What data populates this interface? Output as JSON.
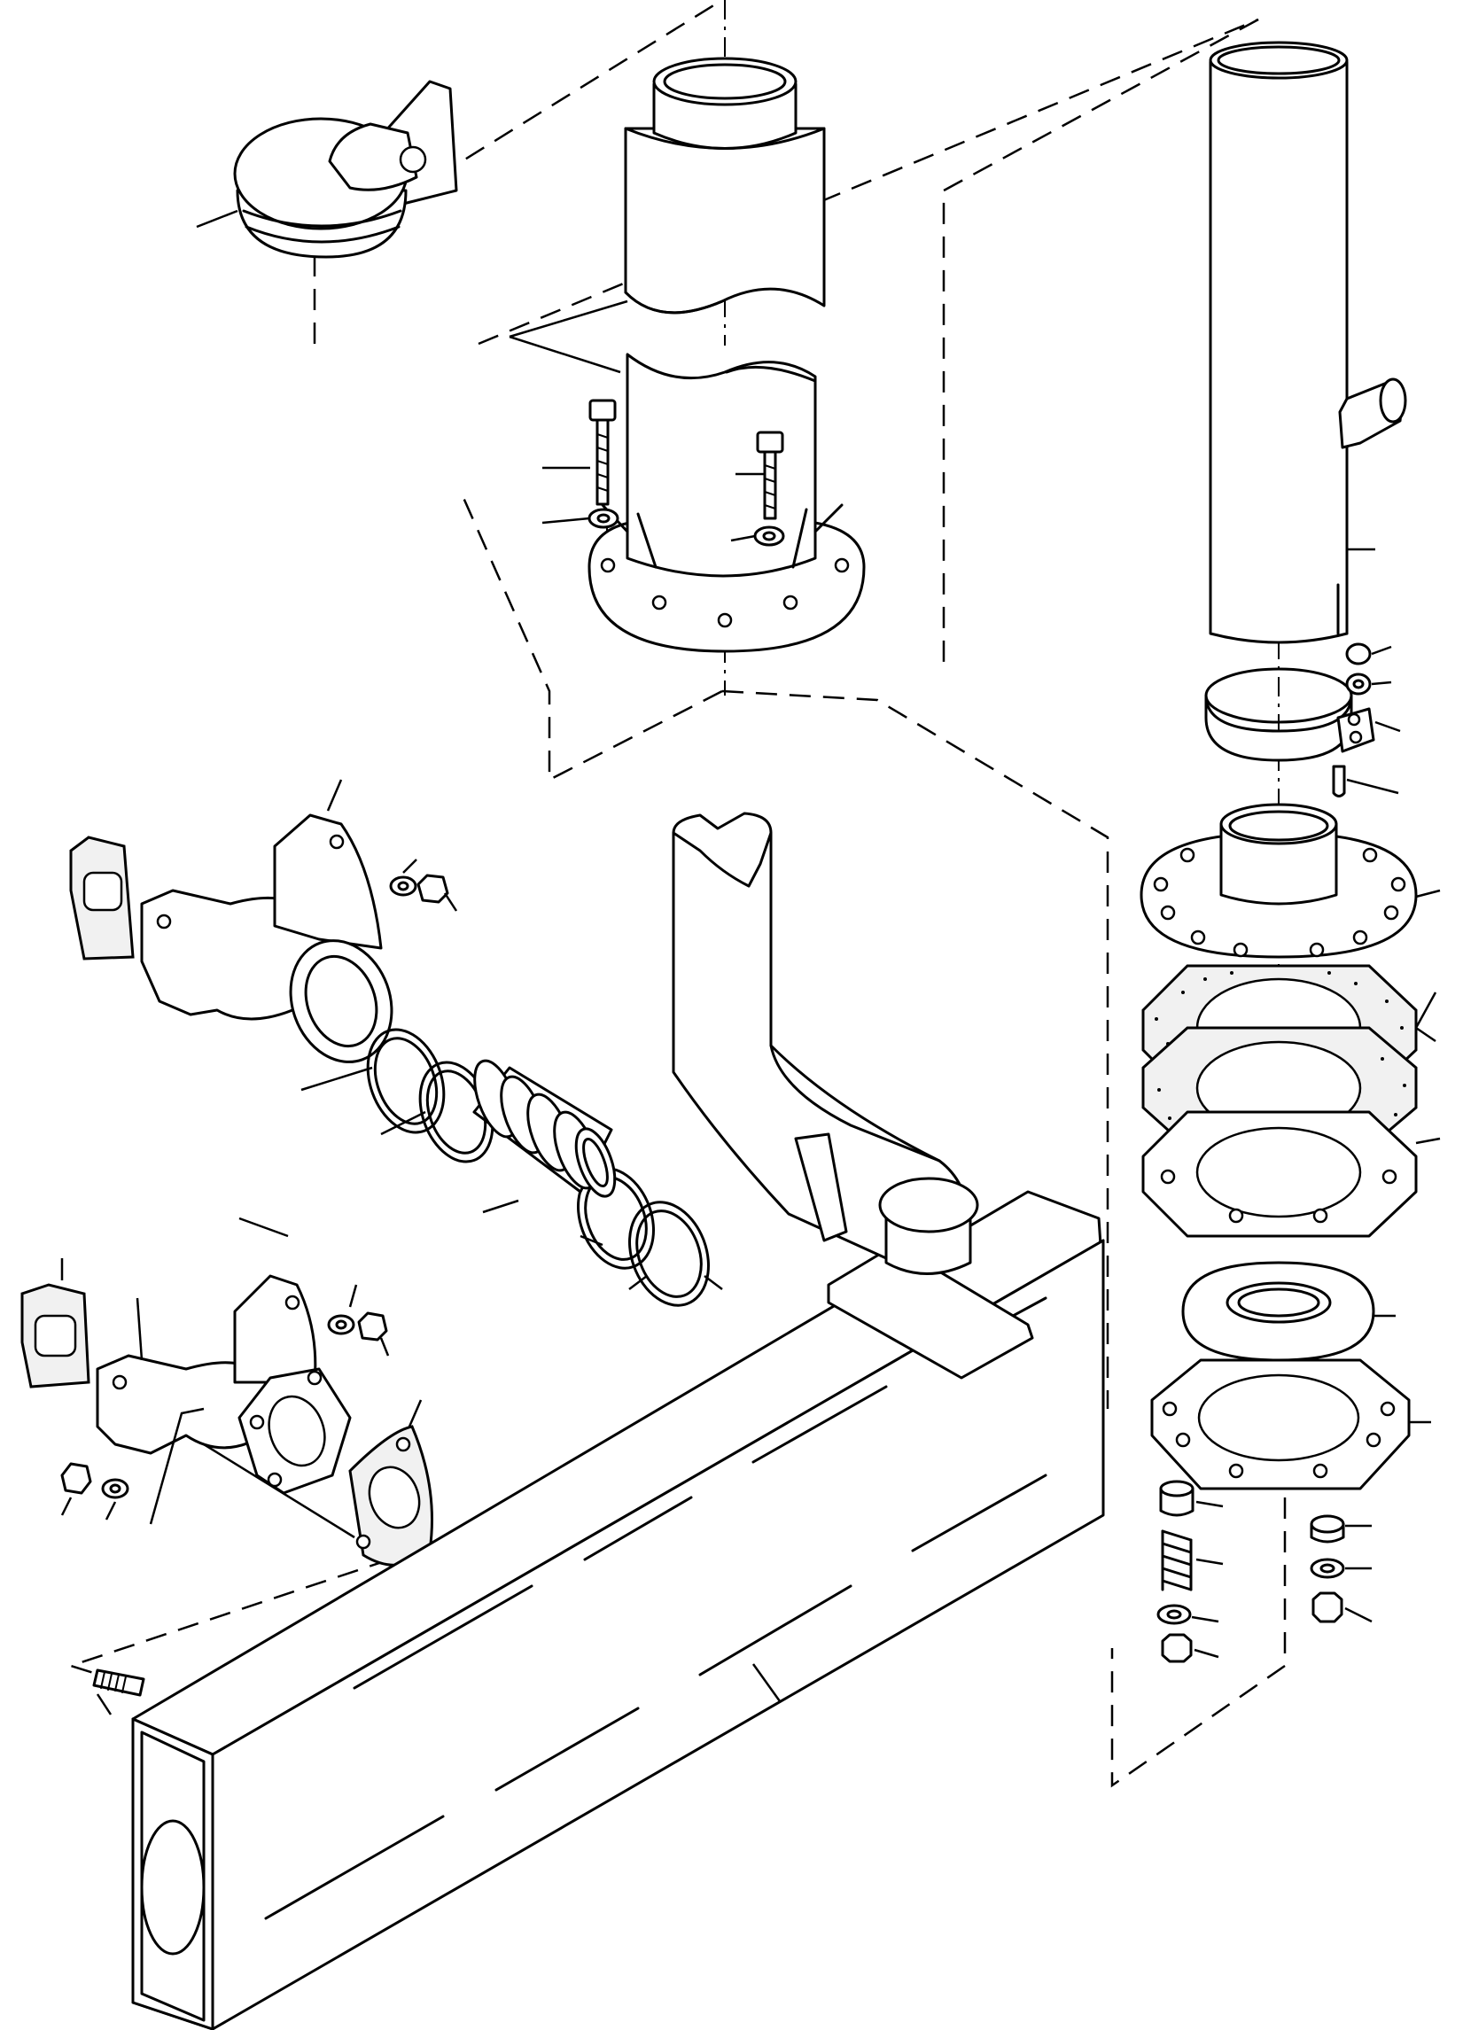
{
  "diagram": {
    "kind": "exploded-parts-view",
    "subject": "exhaust system",
    "text_labels": [],
    "colors": {
      "line": "#000000",
      "background": "#ffffff",
      "gasket_fill": "#f1f1f1"
    },
    "parts": [
      {
        "id": "rain-cap",
        "icon": "rain-cap-icon"
      },
      {
        "id": "upper-extension-pipe",
        "icon": "pipe-icon"
      },
      {
        "id": "flanged-lower-pipe",
        "icon": "flange-pipe-icon"
      },
      {
        "id": "vertical-exhaust-stack",
        "icon": "stack-icon"
      },
      {
        "id": "stack-clamp",
        "icon": "clamp-icon"
      },
      {
        "id": "stack-flange",
        "icon": "flange-icon"
      },
      {
        "id": "flange-gaskets",
        "icon": "gasket-icon"
      },
      {
        "id": "mounting-plates",
        "icon": "plate-icon"
      },
      {
        "id": "upper-exhaust-manifold",
        "icon": "manifold-icon"
      },
      {
        "id": "lower-exhaust-manifold",
        "icon": "manifold-icon"
      },
      {
        "id": "bellows-connector",
        "icon": "bellows-icon"
      },
      {
        "id": "seal-rings",
        "icon": "ring-icon"
      },
      {
        "id": "muffler-body",
        "icon": "muffler-icon"
      },
      {
        "id": "muffler-outlet-elbow",
        "icon": "elbow-icon"
      },
      {
        "id": "stud",
        "icon": "stud-icon"
      },
      {
        "id": "springs-and-hardware",
        "icon": "spring-icon"
      }
    ]
  }
}
